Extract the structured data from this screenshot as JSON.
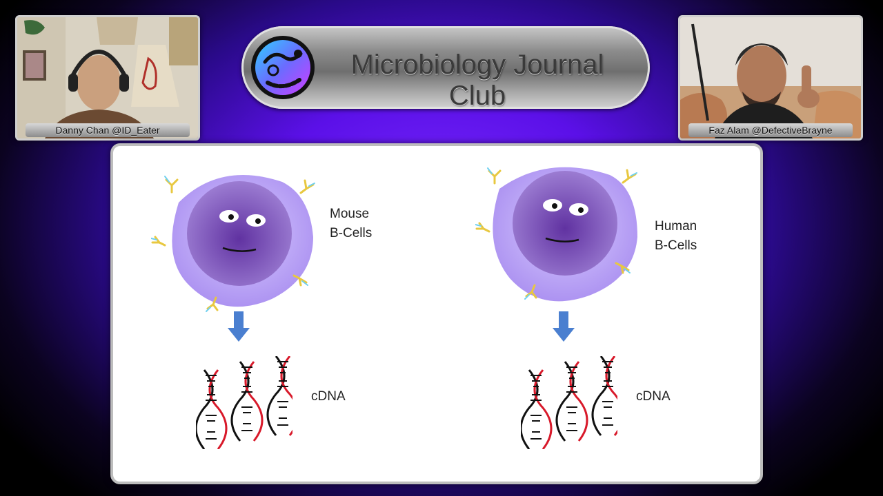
{
  "header": {
    "title": "Microbiology Journal Club"
  },
  "participants": [
    {
      "name_tag": "Danny Chan @ID_Eater"
    },
    {
      "name_tag": "Faz Alam @DefectiveBrayne"
    }
  ],
  "slide": {
    "left_panel": {
      "cell_label_line1": "Mouse",
      "cell_label_line2": "B-Cells",
      "product_label": "cDNA"
    },
    "right_panel": {
      "cell_label_line1": "Human",
      "cell_label_line2": "B-Cells",
      "product_label": "cDNA"
    }
  },
  "colors": {
    "background_accent": "#6a1cff",
    "cell_outer": "#b9a3f2",
    "cell_nucleus": "#6e3fae",
    "arrow": "#4a7fd0",
    "dna_red": "#d8192a",
    "dna_black": "#111111"
  }
}
